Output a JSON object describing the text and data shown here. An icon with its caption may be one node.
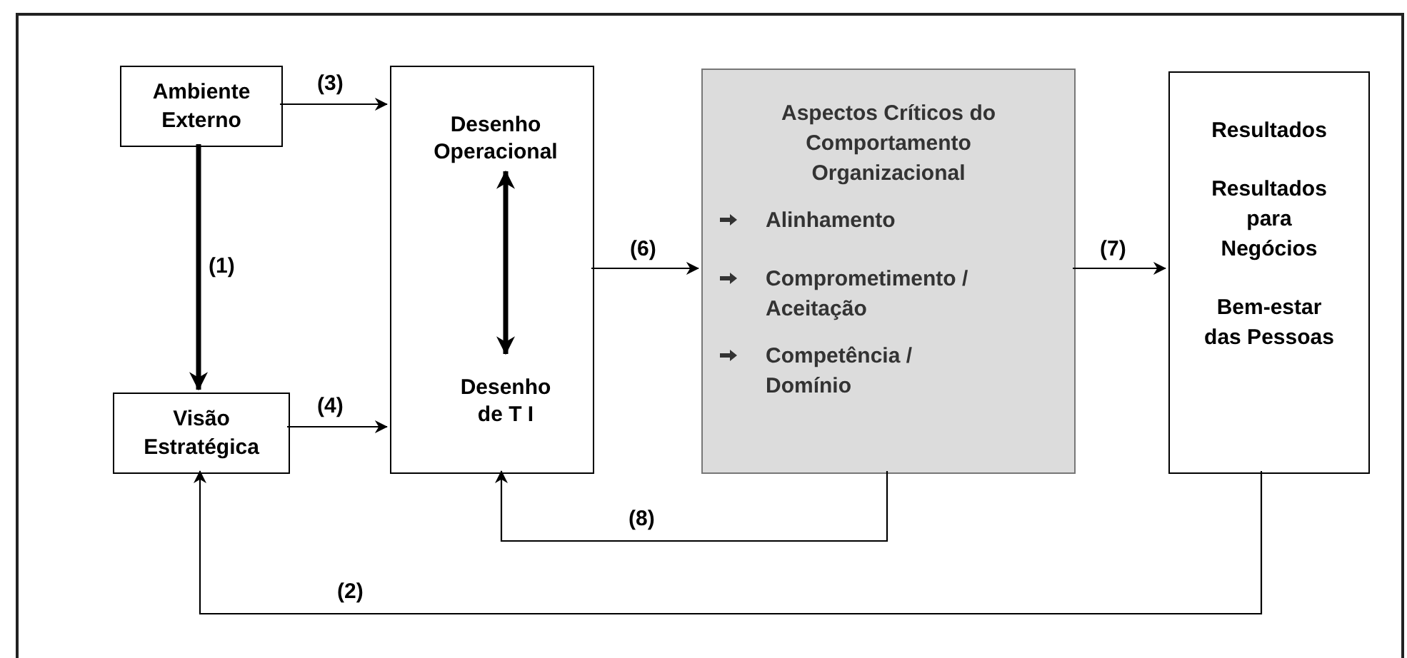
{
  "diagram": {
    "nodes": [
      {
        "text": [
          "Ambiente Externo"
        ]
      },
      {
        "text": [
          "Visão Estratégica"
        ]
      },
      {
        "text": [],
        "shape": "box"
      },
      {
        "text": [
          "Desenho Operacional"
        ],
        "in": 2
      },
      {
        "text": [
          "Desenho de T I"
        ],
        "in": 2
      },
      {
        "text": [
          "Aspectos Críticos do Comportamento Organizacional",
          "Alinhamento",
          "Comprometimento / Aceitação",
          "Competência / Domínio"
        ]
      },
      {
        "text": [
          "Resultados",
          "Resultados para Negócios",
          "Bem-estar das Pessoas"
        ]
      }
    ],
    "edges": [
      {
        "from": 0,
        "to": 2,
        "arrow": "to",
        "label": "(3)"
      },
      {
        "from": 0,
        "to": 1,
        "arrow": "to",
        "label": "(1)",
        "style": "thick"
      },
      {
        "from": 1,
        "to": 2,
        "arrow": "to",
        "label": "(4)"
      },
      {
        "from": 3,
        "to": 4,
        "arrow": "both",
        "style": "thick"
      },
      {
        "from": 2,
        "to": 5,
        "arrow": "to",
        "label": "(6)"
      },
      {
        "from": 5,
        "to": 6,
        "arrow": "to",
        "label": "(7)"
      },
      {
        "from": 5,
        "to": 2,
        "arrow": "to",
        "label": "(8)"
      },
      {
        "from": 6,
        "to": 1,
        "arrow": "to",
        "label": "(2)"
      }
    ]
  }
}
